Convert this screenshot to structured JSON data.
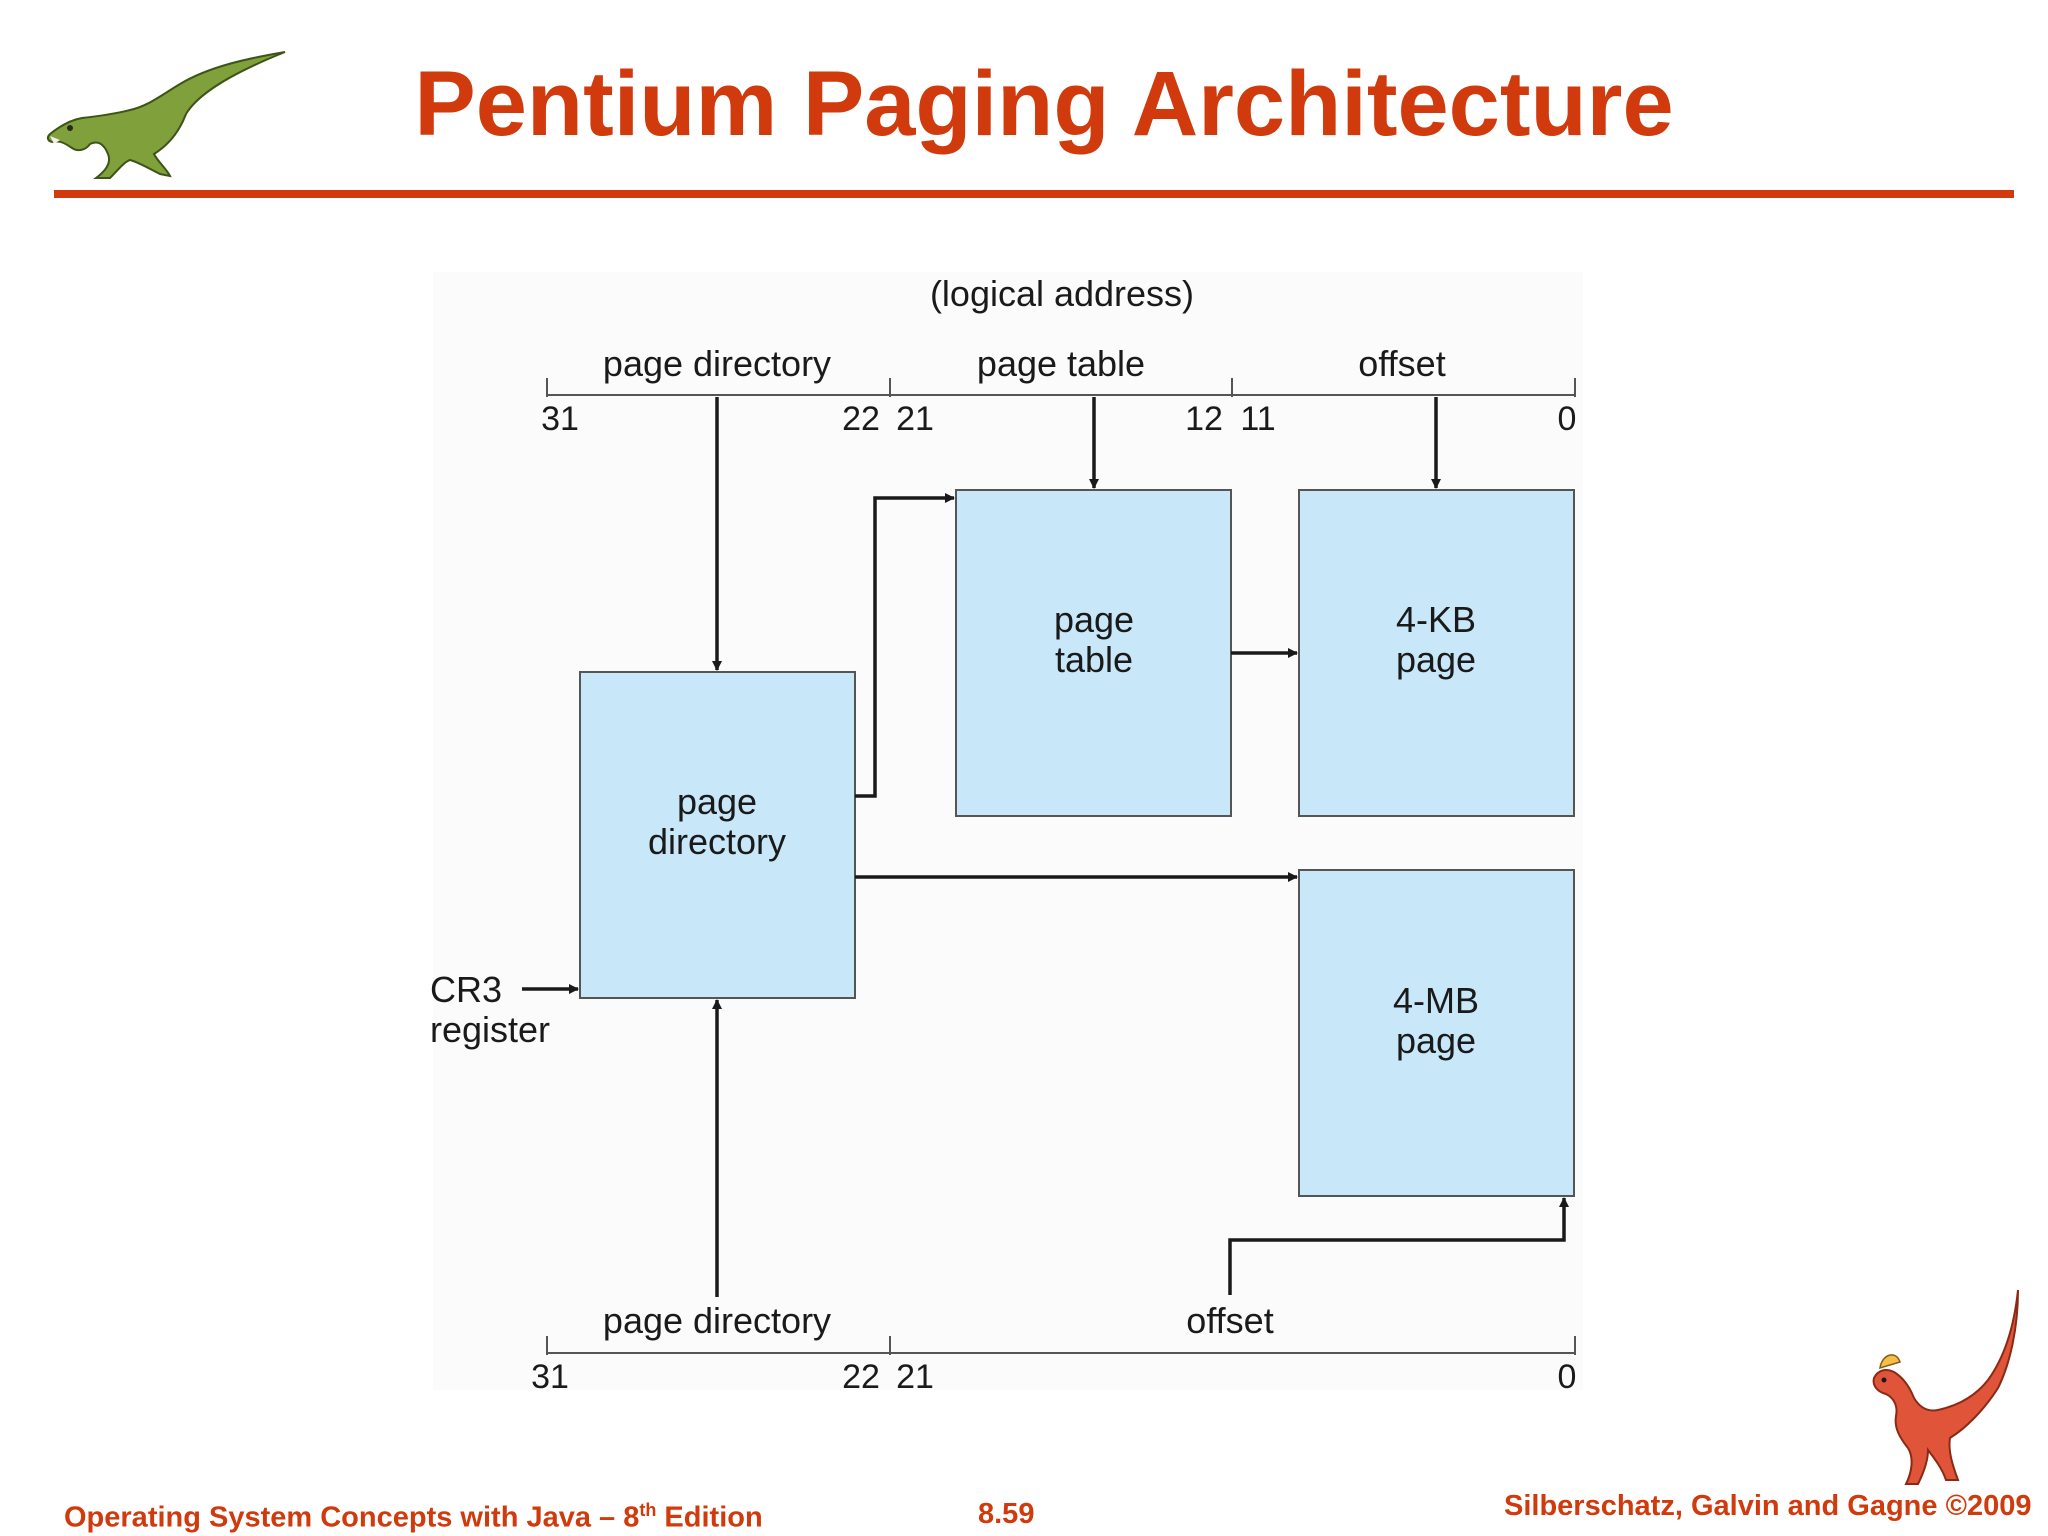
{
  "slide": {
    "title": "Pentium Paging Architecture",
    "footer_left": {
      "prefix": "Operating System Concepts  with Java – 8",
      "sup": "th",
      "suffix": " Edition"
    },
    "footer_center": "8.59",
    "footer_right": "Silberschatz, Galvin and Gagne ©2009"
  },
  "diagram": {
    "logical_address_label": "(logical address)",
    "top_fields": {
      "page_directory": "page directory",
      "page_table": "page table",
      "offset": "offset"
    },
    "top_bits": [
      "31",
      "22",
      "21",
      "12",
      "11",
      "0"
    ],
    "boxes": {
      "page_directory": [
        "page",
        "directory"
      ],
      "page_table": [
        "page",
        "table"
      ],
      "kb_page": [
        "4-KB",
        "page"
      ],
      "mb_page": [
        "4-MB",
        "page"
      ]
    },
    "cr3_label": [
      "CR3",
      "register"
    ],
    "bottom_fields": {
      "page_directory": "page directory",
      "offset": "offset"
    },
    "bottom_bits": [
      "31",
      "22",
      "21",
      "0"
    ],
    "colors": {
      "box_fill": "#c8e7f8",
      "title": "#d03a0c"
    }
  }
}
